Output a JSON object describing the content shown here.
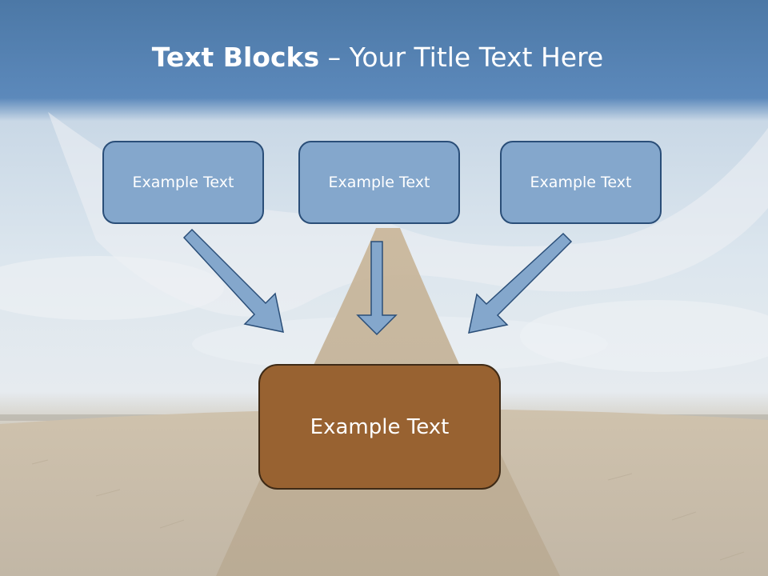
{
  "slide": {
    "title_bold": "Text Blocks",
    "title_sep": " – ",
    "title_rest": "Your Title Text Here",
    "boxes": [
      {
        "label": "Example Text"
      },
      {
        "label": "Example Text"
      },
      {
        "label": "Example Text"
      }
    ],
    "main_box": {
      "label": "Example Text"
    }
  },
  "colors": {
    "header_blue": "#5b86b5",
    "box_fill": "#84a7cc",
    "box_border": "#2a4e78",
    "main_fill": "#986231",
    "main_border": "#3e2a16"
  }
}
